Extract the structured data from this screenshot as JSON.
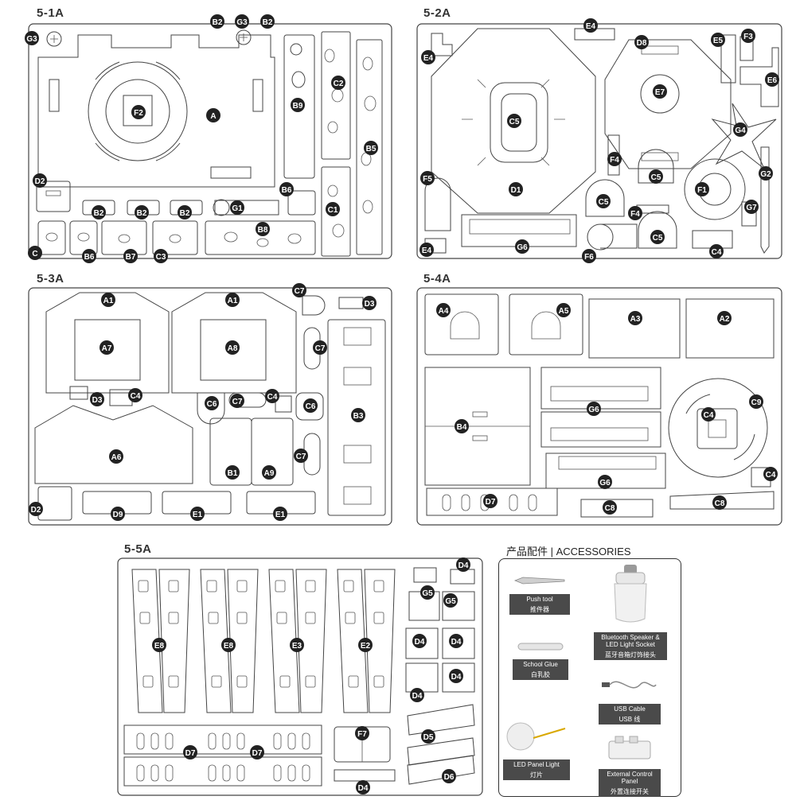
{
  "sheets": {
    "s51": {
      "title": "5-1A",
      "labels": [
        "G3",
        "B2",
        "G3",
        "B2",
        "A",
        "F2",
        "B9",
        "C2",
        "B5",
        "D2",
        "B6",
        "C1",
        "G1",
        "B2",
        "B2",
        "B2",
        "B8",
        "C",
        "B6",
        "B7",
        "C3"
      ]
    },
    "s52": {
      "title": "5-2A",
      "labels": [
        "E4",
        "E4",
        "E5",
        "F3",
        "D8",
        "E6",
        "E7",
        "C5",
        "G4",
        "F4",
        "C5",
        "D1",
        "F1",
        "G2",
        "F5",
        "C5",
        "F4",
        "G7",
        "G6",
        "C5",
        "C4",
        "E4",
        "F6"
      ]
    },
    "s53": {
      "title": "5-3A",
      "labels": [
        "A1",
        "A1",
        "C7",
        "D3",
        "A7",
        "A8",
        "C7",
        "D3",
        "C4",
        "C6",
        "C7",
        "C4",
        "C6",
        "B3",
        "A6",
        "C7",
        "B1",
        "A9",
        "D2",
        "D9",
        "E1",
        "E1"
      ]
    },
    "s54": {
      "title": "5-4A",
      "labels": [
        "A4",
        "A5",
        "A3",
        "A2",
        "G6",
        "C9",
        "B4",
        "C4",
        "G6",
        "C4",
        "D7",
        "C8",
        "C8"
      ]
    },
    "s55": {
      "title": "5-5A",
      "labels": [
        "D4",
        "G5",
        "G5",
        "E8",
        "E8",
        "E3",
        "E2",
        "D4",
        "D4",
        "D4",
        "D4",
        "F7",
        "D5",
        "D7",
        "D7",
        "D6",
        "D4"
      ]
    }
  },
  "accessories": {
    "title": "产品配件 | ACCESSORIES",
    "items": [
      {
        "label_en": "Push tool",
        "label_cn": "推件器"
      },
      {
        "label_en": "Bluetooth Speaker & LED Light Socket",
        "label_cn": "蓝牙音箱灯饰接头"
      },
      {
        "label_en": "School Glue",
        "label_cn": "白乳胶"
      },
      {
        "label_en": "USB Cable",
        "label_cn": "USB 线"
      },
      {
        "label_en": "LED Panel Light",
        "label_cn": "灯片"
      },
      {
        "label_en": "External Control Panel",
        "label_cn": "外置连接开关"
      }
    ]
  }
}
